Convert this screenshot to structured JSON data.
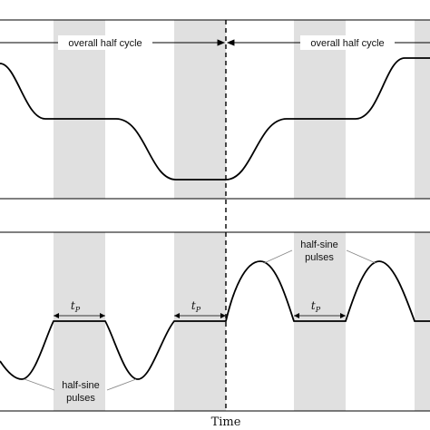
{
  "header": {
    "left_label": "overall half cycle",
    "right_label": "overall half cycle"
  },
  "bottom_panel": {
    "tp_label": "t",
    "tp_subscript": "P",
    "half_sine_label_line1": "half-sine",
    "half_sine_label_line2": "pulses"
  },
  "xaxis": {
    "label": "Time"
  },
  "colors": {
    "shade": "#e0e0e0",
    "line": "#000000",
    "label_bg": "#ffffff"
  }
}
